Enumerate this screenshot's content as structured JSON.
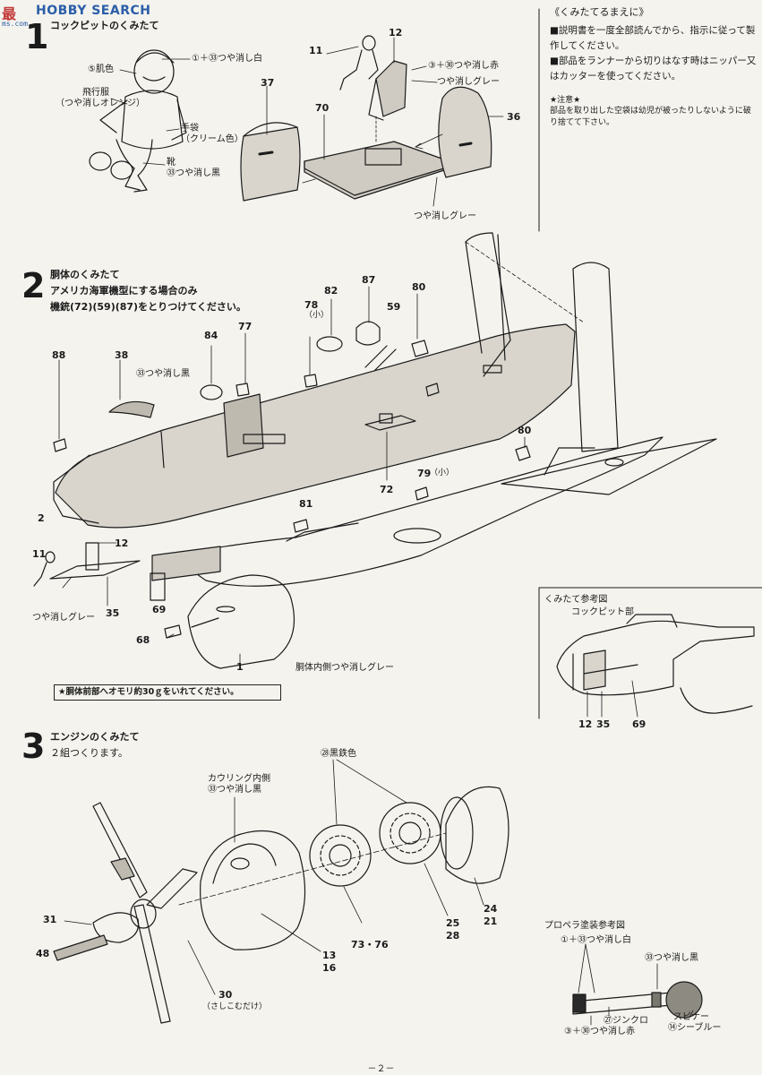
{
  "watermark": {
    "cn": "最",
    "brand": "HOBBY SEARCH",
    "sub": "ms.com"
  },
  "notice": {
    "title": "《くみたてるまえに》",
    "item1": "■説明書を一度全部読んでから、指示に従って製作してください。",
    "item2": "■部品をランナーから切りはなす時はニッパー又はカッターを使ってください。",
    "caution_title": "★注意★",
    "caution_body": "部品を取り出した空袋は幼児が被ったりしないように破り捨てて下さい。"
  },
  "step1": {
    "num": "1",
    "title": "コックピットのくみたて",
    "labels": {
      "helmet": "①＋㉝つや消し白",
      "skin": "⑤肌色",
      "suit": "飛行服",
      "suit_color": "（つや消しオレンジ）",
      "glove": "手袋",
      "glove_color": "（クリーム色）",
      "boots": "靴",
      "boots_color": "㉝つや消し黒",
      "seat_red": "③＋㉚つや消し赤",
      "seat_grey": "つや消しグレー",
      "floor_grey": "つや消しグレー"
    },
    "parts": {
      "p11": "11",
      "p12": "12",
      "p37": "37",
      "p70": "70",
      "p36": "36"
    }
  },
  "step2": {
    "num": "2",
    "title": "胴体のくみたて",
    "sub1": "アメリカ海軍機型にする場合のみ",
    "sub2": "機銃(72)(59)(87)をとりつけてください。",
    "labels": {
      "canopy_black": "㉝つや消し黒",
      "small78": "（小）",
      "small79": "（小）",
      "cockpit_grey": "つや消しグレー",
      "interior_grey": "胴体内側つや消しグレー"
    },
    "parts": {
      "p88": "88",
      "p38": "38",
      "p84": "84",
      "p77": "77",
      "p78": "78",
      "p82": "82",
      "p87": "87",
      "p59": "59",
      "p80a": "80",
      "p80b": "80",
      "p72": "72",
      "p79": "79",
      "p81": "81",
      "p2": "2",
      "p11": "11",
      "p12": "12",
      "p35": "35",
      "p69": "69",
      "p68": "68",
      "p1": "1"
    },
    "warning": "★胴体前部へオモリ約30ｇをいれてください。"
  },
  "reference": {
    "title": "くみたて参考図",
    "cockpit_part": "コックピット部",
    "parts": {
      "p12": "12",
      "p35": "35",
      "p69": "69"
    }
  },
  "step3": {
    "num": "3",
    "title": "エンジンのくみたて",
    "sub": "２組つくります。",
    "labels": {
      "engine_color": "㉘黒鉄色",
      "cowl_inner": "カウリング内側",
      "cowl_black": "㉝つや消し黒",
      "insert_only": "（さしこむだけ）"
    },
    "parts": {
      "p31": "31",
      "p48": "48",
      "p30": "30",
      "p13": "13",
      "p16": "16",
      "p73": "73・76",
      "p25": "25",
      "p28": "28",
      "p24": "24",
      "p21": "21"
    }
  },
  "prop_ref": {
    "title": "プロペラ塗装参考図",
    "tip": "①＋㉝つや消し白",
    "black": "㉝つや消し黒",
    "zinc": "㉗ジンクロ",
    "spinner": "スピナー",
    "spinner_color": "⑭シーブルー",
    "red": "③＋㉚つや消し赤"
  },
  "page_number": "－２－"
}
